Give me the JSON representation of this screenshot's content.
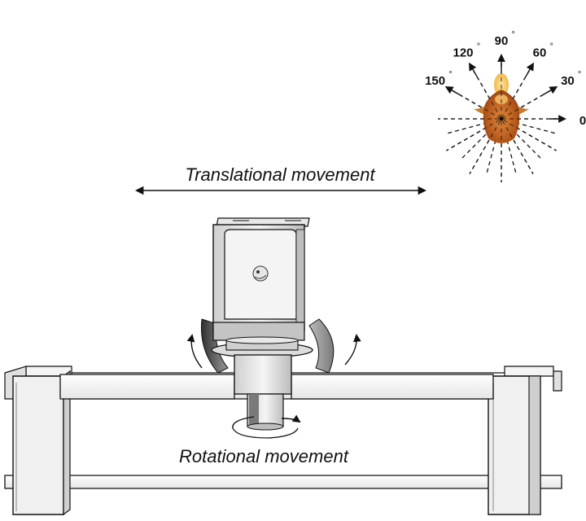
{
  "labels": {
    "translational": "Translational movement",
    "rotational": "Rotational movement"
  },
  "angle_labels": [
    {
      "value": "0",
      "unit": "°",
      "angle": 0
    },
    {
      "value": "30",
      "unit": "°",
      "angle": 30
    },
    {
      "value": "60",
      "unit": "°",
      "angle": 60
    },
    {
      "value": "90",
      "unit": "°",
      "angle": 90
    },
    {
      "value": "120",
      "unit": "°",
      "angle": 120
    },
    {
      "value": "150",
      "unit": "°",
      "angle": 150
    }
  ],
  "colors": {
    "line": "#111111",
    "frame_fill": "#f0f0f0",
    "frame_shade": "#cfcfcf",
    "camera_body": "#d9d9d9",
    "dark_shade": "#4a4a4a",
    "bulb_core": "#c96a1c",
    "bulb_glow": "#f2b84a"
  }
}
